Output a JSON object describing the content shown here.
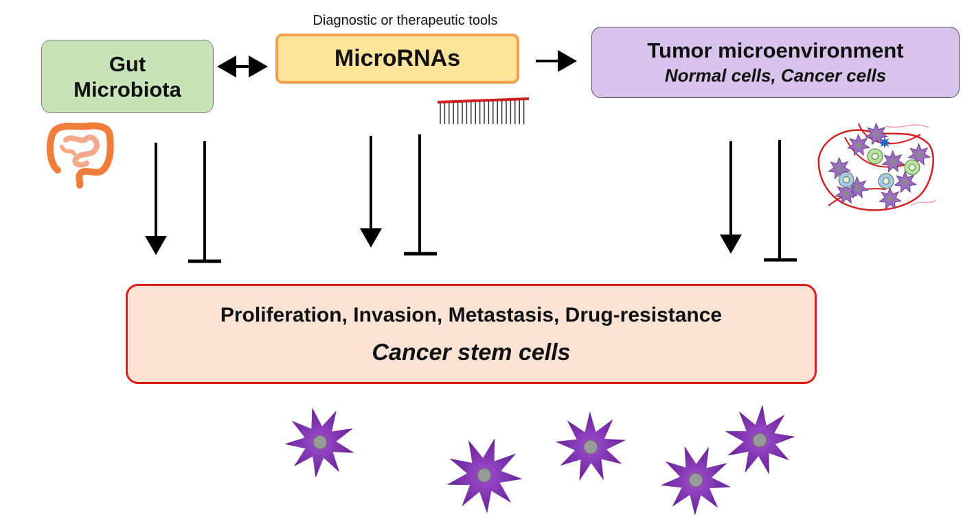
{
  "caption": "Diagnostic or therapeutic tools",
  "nodes": {
    "gut": {
      "line1": "Gut",
      "line2": "Microbiota"
    },
    "mirna": {
      "label": "MicroRNAs"
    },
    "tumor": {
      "title": "Tumor microenvironment",
      "subtitle": "Normal cells, Cancer cells"
    },
    "outcome": {
      "line1": "Proliferation, Invasion, Metastasis, Drug-resistance",
      "line2": "Cancer stem cells"
    }
  },
  "colors": {
    "gut_fill": "#c8e4b8",
    "mirna_fill": "#fde49b",
    "mirna_border": "#f0a04b",
    "tumor_fill": "#d7c3ec",
    "outcome_fill": "#fbe3d6",
    "outcome_border": "#e01b1b",
    "stem_cell": "#7a2fa8"
  },
  "relations": [
    {
      "from": "gut",
      "to": "mirna",
      "type": "bidirectional"
    },
    {
      "from": "mirna",
      "to": "tumor",
      "type": "activates"
    },
    {
      "from": "gut",
      "to": "outcome",
      "type": "activates"
    },
    {
      "from": "gut",
      "to": "outcome",
      "type": "inhibits"
    },
    {
      "from": "mirna",
      "to": "outcome",
      "type": "activates"
    },
    {
      "from": "mirna",
      "to": "outcome",
      "type": "inhibits"
    },
    {
      "from": "tumor",
      "to": "outcome",
      "type": "activates"
    },
    {
      "from": "tumor",
      "to": "outcome",
      "type": "inhibits"
    }
  ],
  "icons": [
    "intestine-icon",
    "microrna-strand-icon",
    "tumor-cells-icon",
    "cancer-stem-cell-icon"
  ]
}
